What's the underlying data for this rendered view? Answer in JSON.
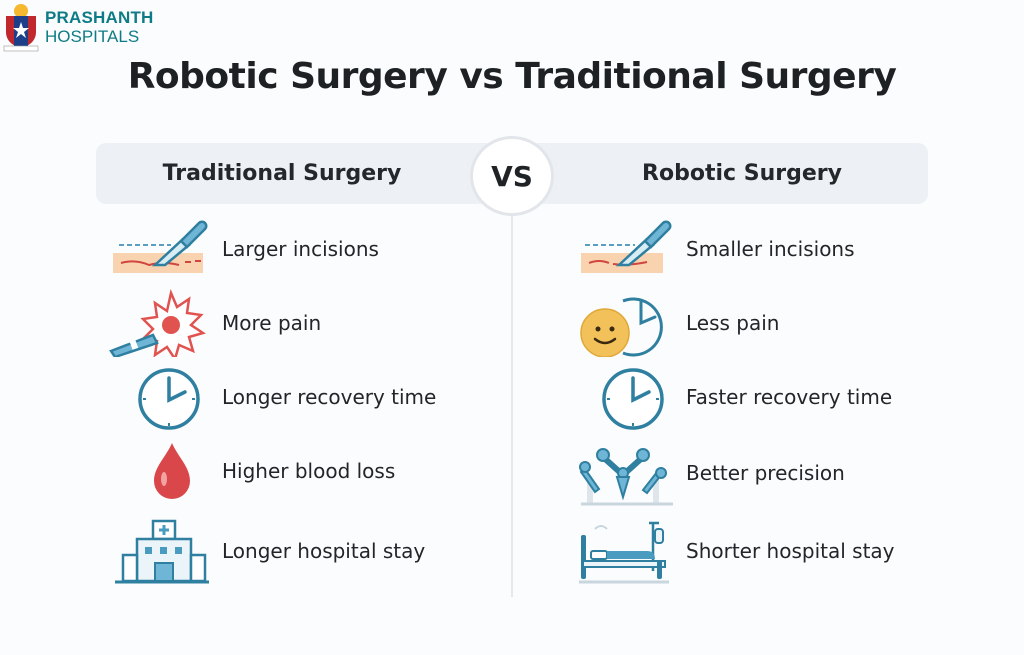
{
  "brand": {
    "name": "PRASHANTH",
    "subtitle": "HOSPITALS",
    "color": "#0e7c86"
  },
  "title": "Robotic Surgery vs Traditional Surgery",
  "vs_label": "VS",
  "columns": {
    "left": {
      "heading": "Traditional Surgery",
      "items": [
        {
          "label": "Larger incisions",
          "icon": "scalpel-incision-icon"
        },
        {
          "label": "More pain",
          "icon": "pain-burst-icon"
        },
        {
          "label": "Longer recovery time",
          "icon": "clock-icon"
        },
        {
          "label": "Higher blood loss",
          "icon": "blood-drop-icon"
        },
        {
          "label": "Longer hospital stay",
          "icon": "hospital-building-icon"
        }
      ]
    },
    "right": {
      "heading": "Robotic Surgery",
      "items": [
        {
          "label": "Smaller incisions",
          "icon": "scalpel-incision-icon"
        },
        {
          "label": "Less pain",
          "icon": "smiley-clock-icon"
        },
        {
          "label": "Faster recovery time",
          "icon": "clock-icon"
        },
        {
          "label": "Better precision",
          "icon": "robotic-arms-icon"
        },
        {
          "label": "Shorter hospital stay",
          "icon": "hospital-bed-icon"
        }
      ]
    }
  },
  "colors": {
    "accent_blue": "#2f7fa0",
    "light_blue": "#6fb6d6",
    "pain_red": "#e0534f",
    "skin": "#f9d3b0",
    "banner": "#edf1f6"
  }
}
